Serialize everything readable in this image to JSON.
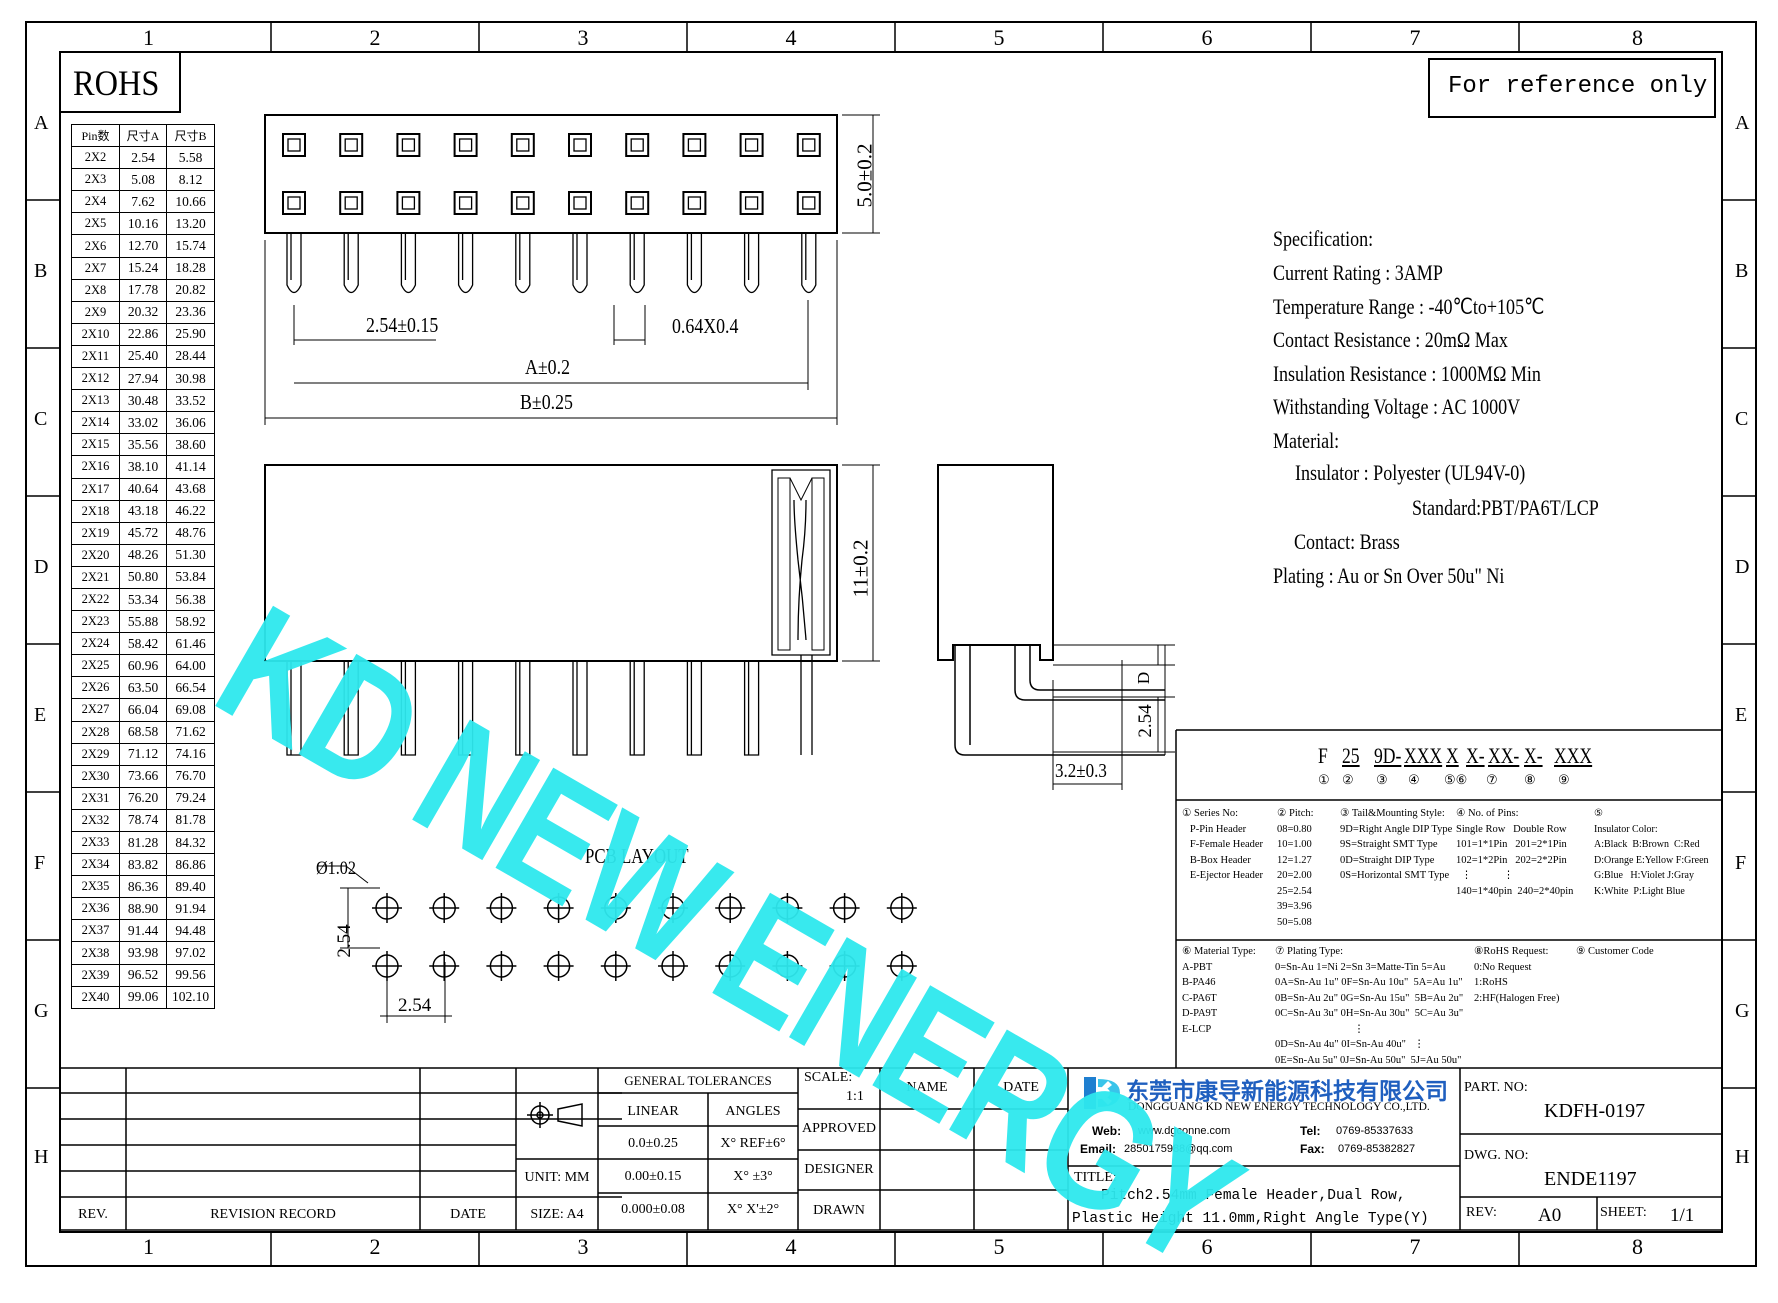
{
  "badges": {
    "rohs": "ROHS",
    "reference": "For reference only"
  },
  "zones": {
    "columns": [
      "1",
      "2",
      "3",
      "4",
      "5",
      "6",
      "7",
      "8"
    ],
    "rows": [
      "A",
      "B",
      "C",
      "D",
      "E",
      "F",
      "G",
      "H"
    ]
  },
  "pin_table": {
    "headers": [
      "Pin数",
      "尺寸A",
      "尺寸B"
    ],
    "rows": [
      [
        "2X2",
        "2.54",
        "5.58"
      ],
      [
        "2X3",
        "5.08",
        "8.12"
      ],
      [
        "2X4",
        "7.62",
        "10.66"
      ],
      [
        "2X5",
        "10.16",
        "13.20"
      ],
      [
        "2X6",
        "12.70",
        "15.74"
      ],
      [
        "2X7",
        "15.24",
        "18.28"
      ],
      [
        "2X8",
        "17.78",
        "20.82"
      ],
      [
        "2X9",
        "20.32",
        "23.36"
      ],
      [
        "2X10",
        "22.86",
        "25.90"
      ],
      [
        "2X11",
        "25.40",
        "28.44"
      ],
      [
        "2X12",
        "27.94",
        "30.98"
      ],
      [
        "2X13",
        "30.48",
        "33.52"
      ],
      [
        "2X14",
        "33.02",
        "36.06"
      ],
      [
        "2X15",
        "35.56",
        "38.60"
      ],
      [
        "2X16",
        "38.10",
        "41.14"
      ],
      [
        "2X17",
        "40.64",
        "43.68"
      ],
      [
        "2X18",
        "43.18",
        "46.22"
      ],
      [
        "2X19",
        "45.72",
        "48.76"
      ],
      [
        "2X20",
        "48.26",
        "51.30"
      ],
      [
        "2X21",
        "50.80",
        "53.84"
      ],
      [
        "2X22",
        "53.34",
        "56.38"
      ],
      [
        "2X23",
        "55.88",
        "58.92"
      ],
      [
        "2X24",
        "58.42",
        "61.46"
      ],
      [
        "2X25",
        "60.96",
        "64.00"
      ],
      [
        "2X26",
        "63.50",
        "66.54"
      ],
      [
        "2X27",
        "66.04",
        "69.08"
      ],
      [
        "2X28",
        "68.58",
        "71.62"
      ],
      [
        "2X29",
        "71.12",
        "74.16"
      ],
      [
        "2X30",
        "73.66",
        "76.70"
      ],
      [
        "2X31",
        "76.20",
        "79.24"
      ],
      [
        "2X32",
        "78.74",
        "81.78"
      ],
      [
        "2X33",
        "81.28",
        "84.32"
      ],
      [
        "2X34",
        "83.82",
        "86.86"
      ],
      [
        "2X35",
        "86.36",
        "89.40"
      ],
      [
        "2X36",
        "88.90",
        "91.94"
      ],
      [
        "2X37",
        "91.44",
        "94.48"
      ],
      [
        "2X38",
        "93.98",
        "97.02"
      ],
      [
        "2X39",
        "96.52",
        "99.56"
      ],
      [
        "2X40",
        "99.06",
        "102.10"
      ]
    ]
  },
  "dimensions": {
    "height_top": "5.0±0.2",
    "pitch": "2.54±0.15",
    "pin_size": "0.64X0.4",
    "dim_a": "A±0.2",
    "dim_b": "B±0.25",
    "height_side": "11±0.2",
    "d_label": "D",
    "side_pitch": "2.54",
    "side_offset": "3.2±0.3",
    "hole_dia": "Ø1.02",
    "pcb_pitch_v": "2.54",
    "pcb_pitch_h": "2.54"
  },
  "pcb_layout_title": "PCB LAYOUT",
  "watermark": "KD NEW ENERGY",
  "specification": {
    "title": "Specification:",
    "lines": [
      "Current Rating : 3AMP",
      "Temperature Range : -40℃to+105℃",
      "Contact Resistance : 20mΩ Max",
      "Insulation Resistance : 1000MΩ Min",
      "Withstanding Voltage : AC 1000V",
      "Material:"
    ],
    "insulator": "Insulator : Polyester (UL94V-0)",
    "standard": "Standard:PBT/PA6T/LCP",
    "contact": "Contact: Brass",
    "plating": "Plating : Au or Sn Over 50u\" Ni"
  },
  "part_code": {
    "segments": [
      "F",
      "25",
      "9D-",
      "XXX",
      "X",
      "X-",
      "XX-",
      "X-",
      "XXX"
    ],
    "circles": [
      "①",
      "②",
      "③",
      "④",
      "⑤⑥",
      "⑦",
      "⑧",
      "⑨"
    ]
  },
  "legend": {
    "series": "① Series No:\n   P-Pin Header\n   F-Female Header\n   B-Box Header\n   E-Ejector Header",
    "pitch": "② Pitch:\n08=0.80\n10=1.00\n12=1.27\n20=2.00\n25=2.54\n39=3.96\n50=5.08",
    "tail": "③ Tail&Mounting Style:\n9D=Right Angle DIP Type\n9S=Straight SMT Type\n0D=Straight DIP Type\n0S=Horizontal SMT Type",
    "pins": "④ No. of Pins:\nSingle Row   Double Row\n101=1*1Pin   201=2*1Pin\n102=1*2Pin   202=2*2Pin\n  ⋮            ⋮\n140=1*40pin  240=2*40pin",
    "insulator_color": "⑤\nInsulator Color:\nA:Black  B:Brown  C:Red\nD:Orange E:Yellow F:Green\nG:Blue   H:Violet J:Gray\nK:White  P:Light Blue",
    "material": "⑥ Material Type:\nA-PBT\nB-PA46\nC-PA6T\nD-PA9T\nE-LCP",
    "plating": "⑦ Plating Type:\n0=Sn-Au 1=Ni 2=Sn 3=Matte-Tin 5=Au\n0A=Sn-Au 1u\" 0F=Sn-Au 10u\"  5A=Au 1u\"\n0B=Sn-Au 2u\" 0G=Sn-Au 15u\"  5B=Au 2u\"\n0C=Sn-Au 3u\" 0H=Sn-Au 30u\"  5C=Au 3u\"\n                              ⋮\n0D=Sn-Au 4u\" 0I=Sn-Au 40u\"   ⋮\n0E=Sn-Au 5u\" 0J=Sn-Au 50u\"  5J=Au 50u\"",
    "rohs": "⑧RoHS Request:\n0:No Request\n1:RoHS\n2:HF(Halogen Free)",
    "customer": "⑨ Customer Code"
  },
  "title_block": {
    "rev": "REV.",
    "revision_record": "REVISION RECORD",
    "date": "DATE",
    "general_tolerances": "GENERAL TOLERANCES",
    "linear": "LINEAR",
    "angles": "ANGLES",
    "tol_rows": [
      [
        "0.0±0.25",
        "X° REF±6°"
      ],
      [
        "0.00±0.15",
        "X° ±3°"
      ],
      [
        "0.000±0.08",
        "X° X'±2°"
      ]
    ],
    "unit": "UNIT: MM",
    "size": "SIZE: A4",
    "scale_label": "SCALE:",
    "scale_value": "1:1",
    "name": "NAME",
    "date2": "DATE",
    "approved": "APPROVED",
    "designer": "DESIGNER",
    "drawn": "DRAWN",
    "company_cn": "东莞市康导新能源科技有限公司",
    "company_en": "DONGGUANG KD NEW ENERGY TECHNOLOGY CO.,LTD.",
    "web_label": "Web:",
    "web": "www.dgconne.com",
    "tel_label": "Tel:",
    "tel": "0769-85337633",
    "email_label": "Email:",
    "email": "2850175988@qq.com",
    "fax_label": "Fax:",
    "fax": "0769-85382827",
    "title_label": "TITLE:",
    "title_line1": "Pitch2.54mm Female Header,Dual Row,",
    "title_line2": "Plastic Height 11.0mm,Right Angle Type(Y)",
    "part_no_label": "PART. NO:",
    "part_no": "KDFH-0197",
    "dwg_no_label": "DWG. NO:",
    "dwg_no": "ENDE1197",
    "rev_label": "REV:",
    "rev_value": "A0",
    "sheet_label": "SHEET:",
    "sheet_value": "1/1"
  },
  "colors": {
    "watermark": "#2ee8ee",
    "line": "#000000"
  }
}
